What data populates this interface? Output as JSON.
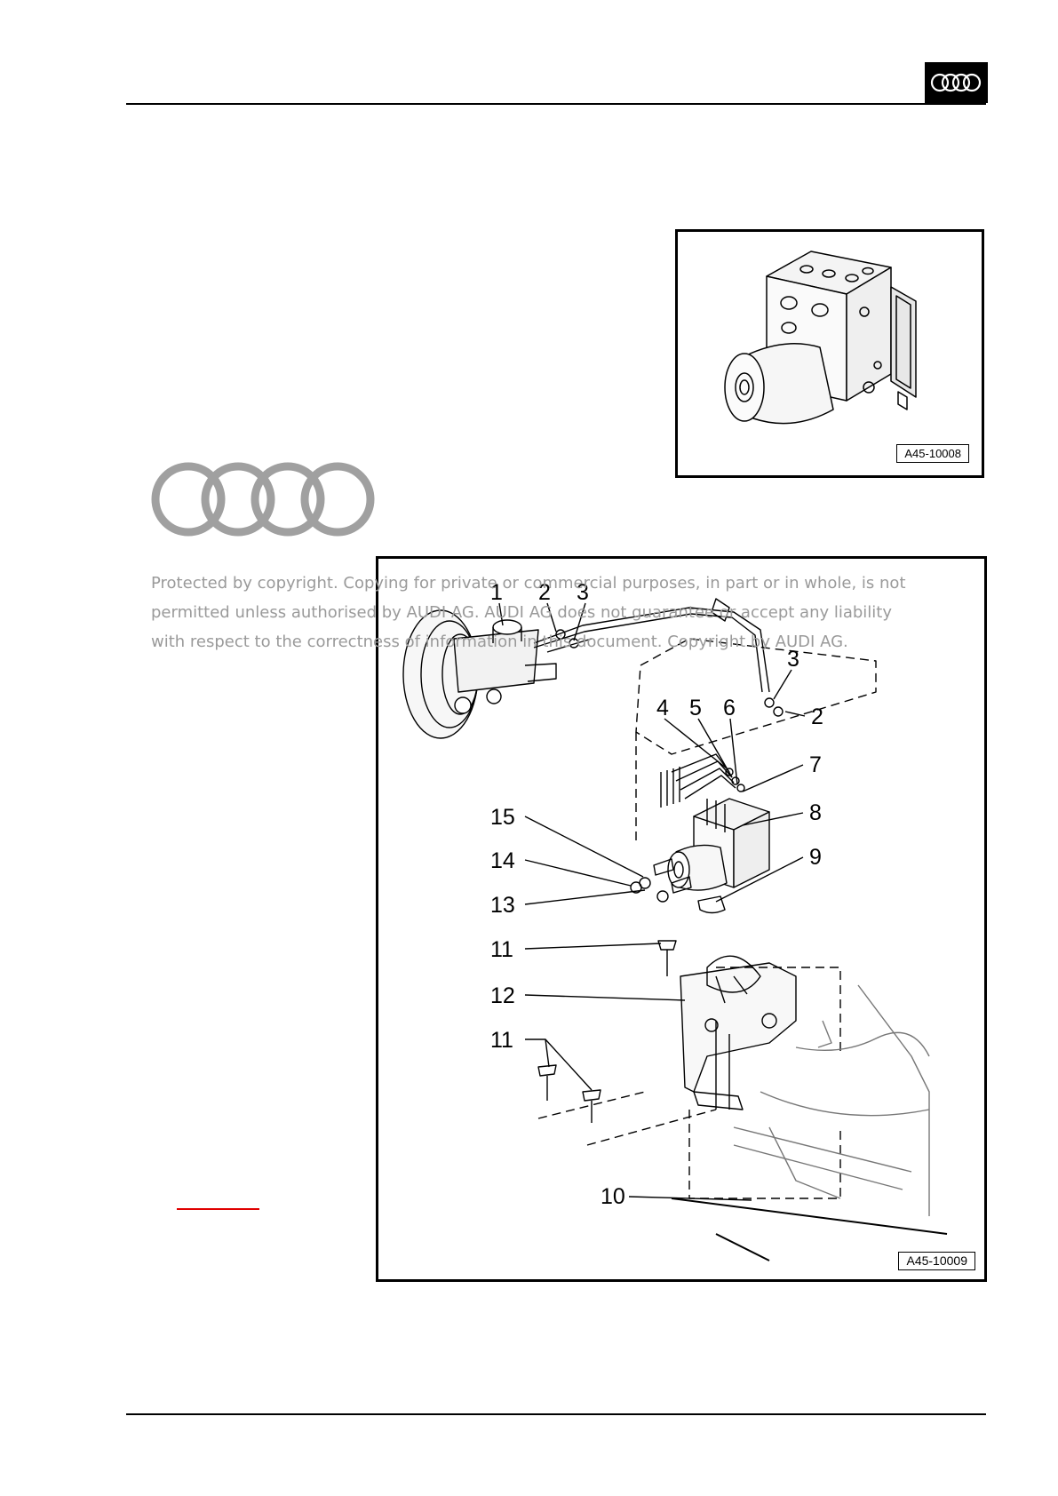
{
  "figure1": {
    "code": "A45-10008"
  },
  "figure2": {
    "code": "A45-10009",
    "callouts": [
      "1",
      "2",
      "3",
      "3",
      "2",
      "4",
      "5",
      "6",
      "7",
      "15",
      "8",
      "14",
      "9",
      "13",
      "11",
      "12",
      "11",
      "10"
    ]
  },
  "watermark": {
    "lines": [
      "Protected by copyright. Copying for private or commercial purposes, in part or in whole, is not",
      "permitted unless authorised by AUDI AG. AUDI AG does not guarantee or accept any liability",
      "with respect to the correctness of information in this document. Copyright by AUDI AG."
    ]
  },
  "colors": {
    "rule": "#000000",
    "watermark": "#9a9a9a",
    "link": "#e00000",
    "logo_grey": "#a0a0a0"
  }
}
